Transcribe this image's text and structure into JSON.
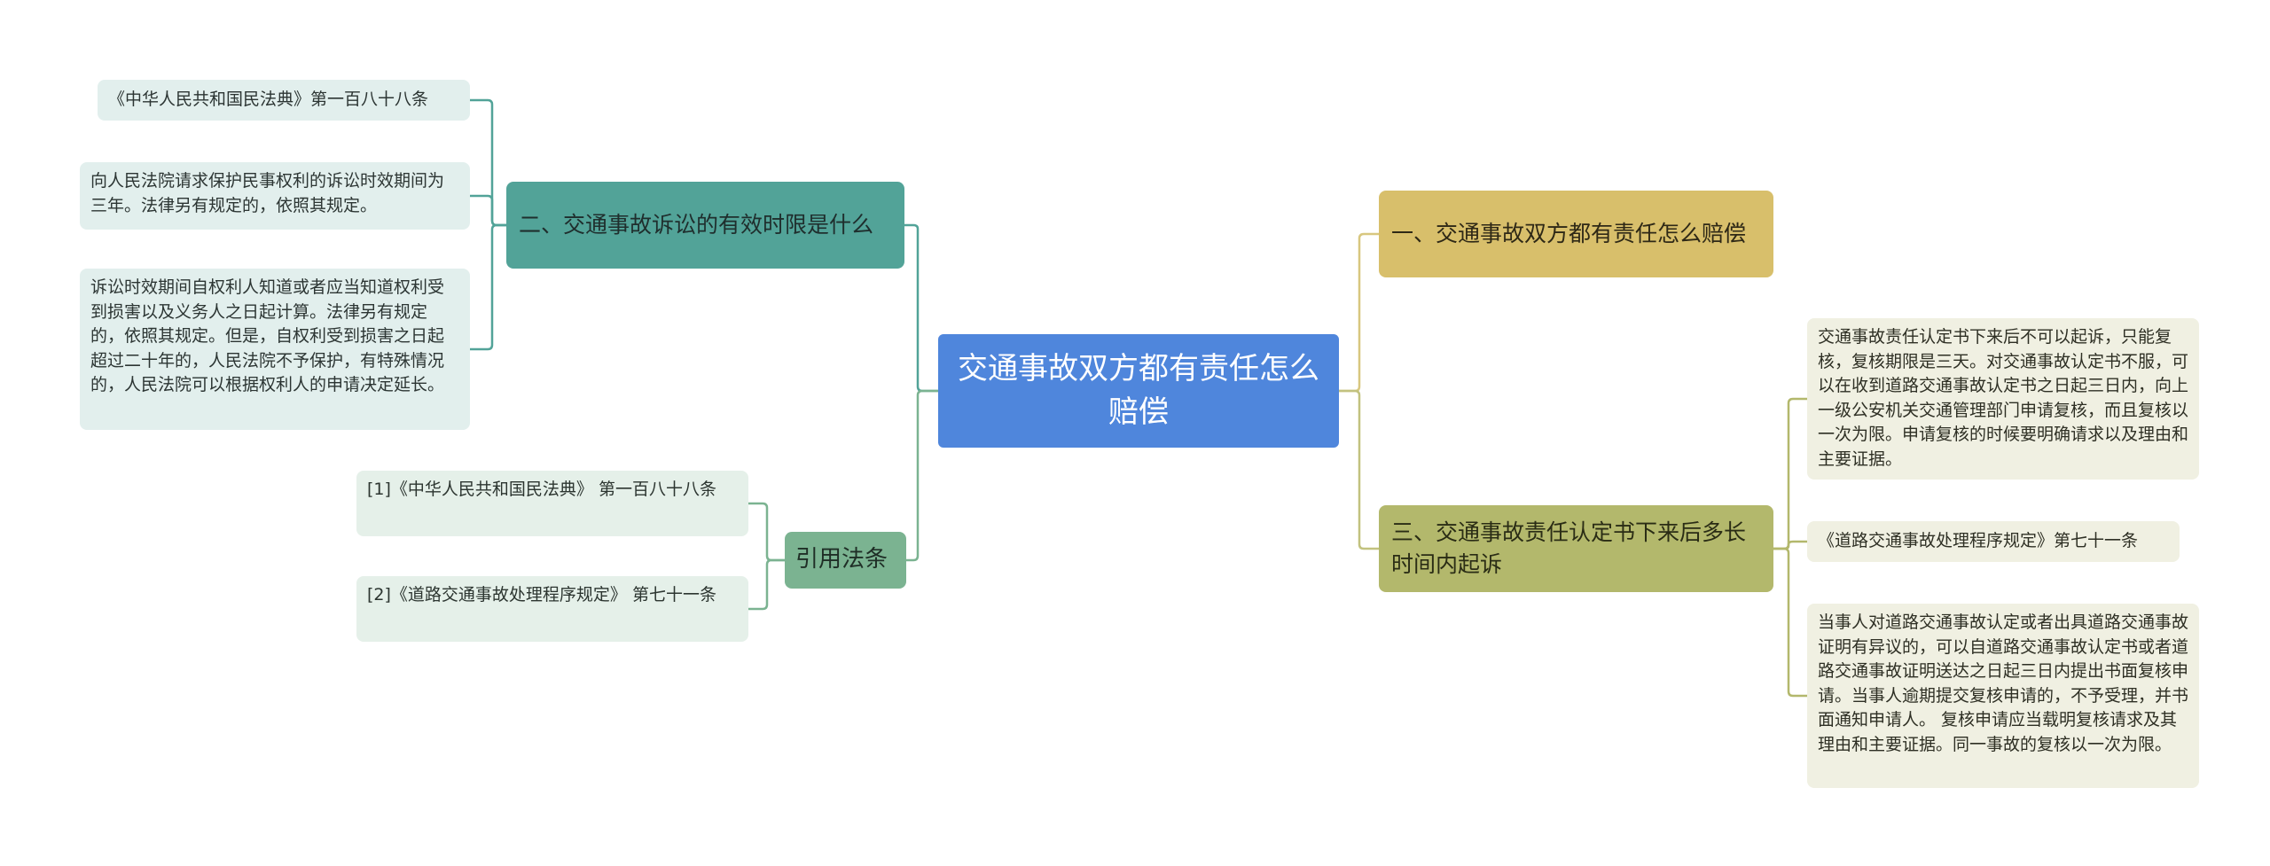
{
  "root": {
    "label": "交通事故双方都有责任怎么赔偿"
  },
  "branches": {
    "statute": {
      "label": "二、交通事故诉讼的有效时限是什么"
    },
    "cited_laws": {
      "label": "引用法条"
    },
    "compensation": {
      "label": "一、交通事故双方都有责任怎么赔偿"
    },
    "deadline": {
      "label": "三、交通事故责任认定书下来后多长时间内起诉"
    }
  },
  "leaves": {
    "statute": [
      "《中华人民共和国民法典》第一百八十八条",
      "向人民法院请求保护民事权利的诉讼时效期间为三年。法律另有规定的，依照其规定。",
      "诉讼时效期间自权利人知道或者应当知道权利受到损害以及义务人之日起计算。法律另有规定的，依照其规定。但是，自权利受到损害之日起超过二十年的，人民法院不予保护，有特殊情况的，人民法院可以根据权利人的申请决定延长。"
    ],
    "cited_laws": [
      "[1]《中华人民共和国民法典》 第一百八十八条",
      "[2]《道路交通事故处理程序规定》 第七十一条"
    ],
    "deadline": [
      "交通事故责任认定书下来后不可以起诉，只能复核，复核期限是三天。对交通事故认定书不服，可以在收到道路交通事故认定书之日起三日内，向上一级公安机关交通管理部门申请复核，而且复核以一次为限。申请复核的时候要明确请求以及理由和主要证据。",
      "《道路交通事故处理程序规定》第七十一条",
      "当事人对道路交通事故认定或者出具道路交通事故证明有异议的，可以自道路交通事故认定书或者道路交通事故证明送达之日起三日内提出书面复核申请。当事人逾期提交复核申请的，不予受理，并书面通知申请人。 复核申请应当载明复核请求及其理由和主要证据。同一事故的复核以一次为限。"
    ]
  },
  "colors": {
    "root": "#4f86dc",
    "statute": "#52a398",
    "cited_laws": "#7bb391",
    "compensation": "#d8bf6b",
    "deadline": "#b3b86c",
    "link_left": "#52a398",
    "link_middle": "#7bb391",
    "link_right": "#c9c27f"
  }
}
